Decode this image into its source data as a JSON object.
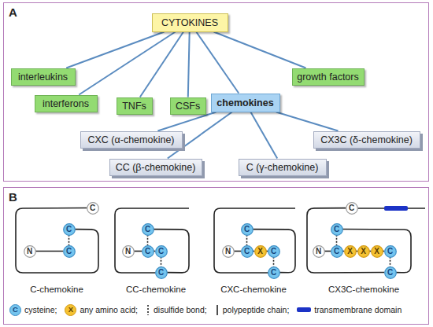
{
  "diagram": {
    "nodes": [
      {
        "text": [
          "A"
        ]
      },
      {
        "text": [
          "CYTOKINES"
        ],
        "in": 0
      },
      {
        "text": [
          "interleukins"
        ],
        "in": 0
      },
      {
        "text": [
          "interferons"
        ],
        "in": 0
      },
      {
        "text": [
          "TNFs"
        ],
        "in": 0
      },
      {
        "text": [
          "CSFs"
        ],
        "in": 0
      },
      {
        "text": [
          "chemokines"
        ],
        "in": 0
      },
      {
        "text": [
          "growth factors"
        ],
        "in": 0
      },
      {
        "text": [
          "CXC (α-chemokine)"
        ],
        "in": 0
      },
      {
        "text": [
          "CC (β-chemokine)"
        ],
        "in": 0
      },
      {
        "text": [
          "C (γ-chemokine)"
        ],
        "in": 0
      },
      {
        "text": [
          "CX3C (δ-chemokine)"
        ],
        "in": 0
      },
      {
        "text": [
          "B"
        ]
      },
      {
        "text": [
          "C"
        ],
        "in": 12
      },
      {
        "text": [
          "C"
        ],
        "in": 12
      },
      {
        "text": [
          "N"
        ],
        "in": 12
      },
      {
        "text": [
          "C"
        ],
        "in": 12
      },
      {
        "text": [
          "C"
        ],
        "in": 12
      },
      {
        "text": [
          "N"
        ],
        "in": 12
      },
      {
        "text": [
          "C"
        ],
        "in": 12
      },
      {
        "text": [
          "C"
        ],
        "in": 12
      },
      {
        "text": [
          "C"
        ],
        "in": 12
      },
      {
        "text": [
          "C"
        ],
        "in": 12
      },
      {
        "text": [
          "N"
        ],
        "in": 12
      },
      {
        "text": [
          "C"
        ],
        "in": 12
      },
      {
        "text": [
          "X"
        ],
        "in": 12
      },
      {
        "text": [
          "C"
        ],
        "in": 12
      },
      {
        "text": [
          "C"
        ],
        "in": 12
      },
      {
        "text": [
          "C"
        ],
        "in": 12
      },
      {
        "text": [
          "C"
        ],
        "in": 12
      },
      {
        "text": [
          "N"
        ],
        "in": 12
      },
      {
        "text": [
          "C"
        ],
        "in": 12
      },
      {
        "text": [
          "X"
        ],
        "in": 12
      },
      {
        "text": [
          "X"
        ],
        "in": 12
      },
      {
        "text": [
          "X"
        ],
        "in": 12
      },
      {
        "text": [
          "C"
        ],
        "in": 12
      },
      {
        "text": [
          "C"
        ],
        "in": 12
      }
    ],
    "edges": [
      {
        "from": 1,
        "to": 2,
        "arrow": "none"
      },
      {
        "from": 1,
        "to": 3,
        "arrow": "none"
      },
      {
        "from": 1,
        "to": 4,
        "arrow": "none"
      },
      {
        "from": 1,
        "to": 5,
        "arrow": "none"
      },
      {
        "from": 1,
        "to": 6,
        "arrow": "none"
      },
      {
        "from": 1,
        "to": 7,
        "arrow": "none"
      },
      {
        "from": 6,
        "to": 8,
        "arrow": "none"
      },
      {
        "from": 6,
        "to": 9,
        "arrow": "none"
      },
      {
        "from": 6,
        "to": 10,
        "arrow": "none"
      },
      {
        "from": 6,
        "to": 11,
        "arrow": "none"
      },
      {
        "from": 15,
        "to": 16,
        "arrow": "none"
      },
      {
        "from": 14,
        "to": 16,
        "arrow": "none"
      },
      {
        "from": 14,
        "to": 13,
        "arrow": "none"
      },
      {
        "from": 18,
        "to": 19,
        "arrow": "none"
      },
      {
        "from": 19,
        "to": 20,
        "arrow": "none"
      },
      {
        "from": 17,
        "to": 19,
        "arrow": "none"
      },
      {
        "from": 20,
        "to": 21,
        "arrow": "none"
      },
      {
        "from": 17,
        "to": 21,
        "arrow": "none"
      },
      {
        "from": 23,
        "to": 24,
        "arrow": "none"
      },
      {
        "from": 24,
        "to": 25,
        "arrow": "none"
      },
      {
        "from": 25,
        "to": 26,
        "arrow": "none"
      },
      {
        "from": 22,
        "to": 24,
        "arrow": "none"
      },
      {
        "from": 26,
        "to": 27,
        "arrow": "none"
      },
      {
        "from": 22,
        "to": 27,
        "arrow": "none"
      },
      {
        "from": 30,
        "to": 31,
        "arrow": "none"
      },
      {
        "from": 31,
        "to": 32,
        "arrow": "none"
      },
      {
        "from": 32,
        "to": 33,
        "arrow": "none"
      },
      {
        "from": 33,
        "to": 34,
        "arrow": "none"
      },
      {
        "from": 34,
        "to": 35,
        "arrow": "none"
      },
      {
        "from": 29,
        "to": 31,
        "arrow": "none"
      },
      {
        "from": 35,
        "to": 36,
        "arrow": "none"
      },
      {
        "from": 29,
        "to": 36,
        "arrow": "none"
      },
      {
        "from": 36,
        "to": 28,
        "arrow": "none"
      }
    ],
    "labels": [
      "C-chemokine",
      "CC-chemokine",
      "CXC-chemokine",
      "CX3C-chemokine",
      "C",
      "X"
    ],
    "legend": [
      {
        "text": "cysteine;",
        "color": "#74c4ee"
      },
      {
        "text": "any amino acid;",
        "color": "#f5c232"
      },
      {
        "text": "disulfide bond;"
      },
      {
        "text": "polypeptide chain;"
      },
      {
        "text": "transmembrane domain",
        "color": "#1c33c6"
      }
    ]
  }
}
